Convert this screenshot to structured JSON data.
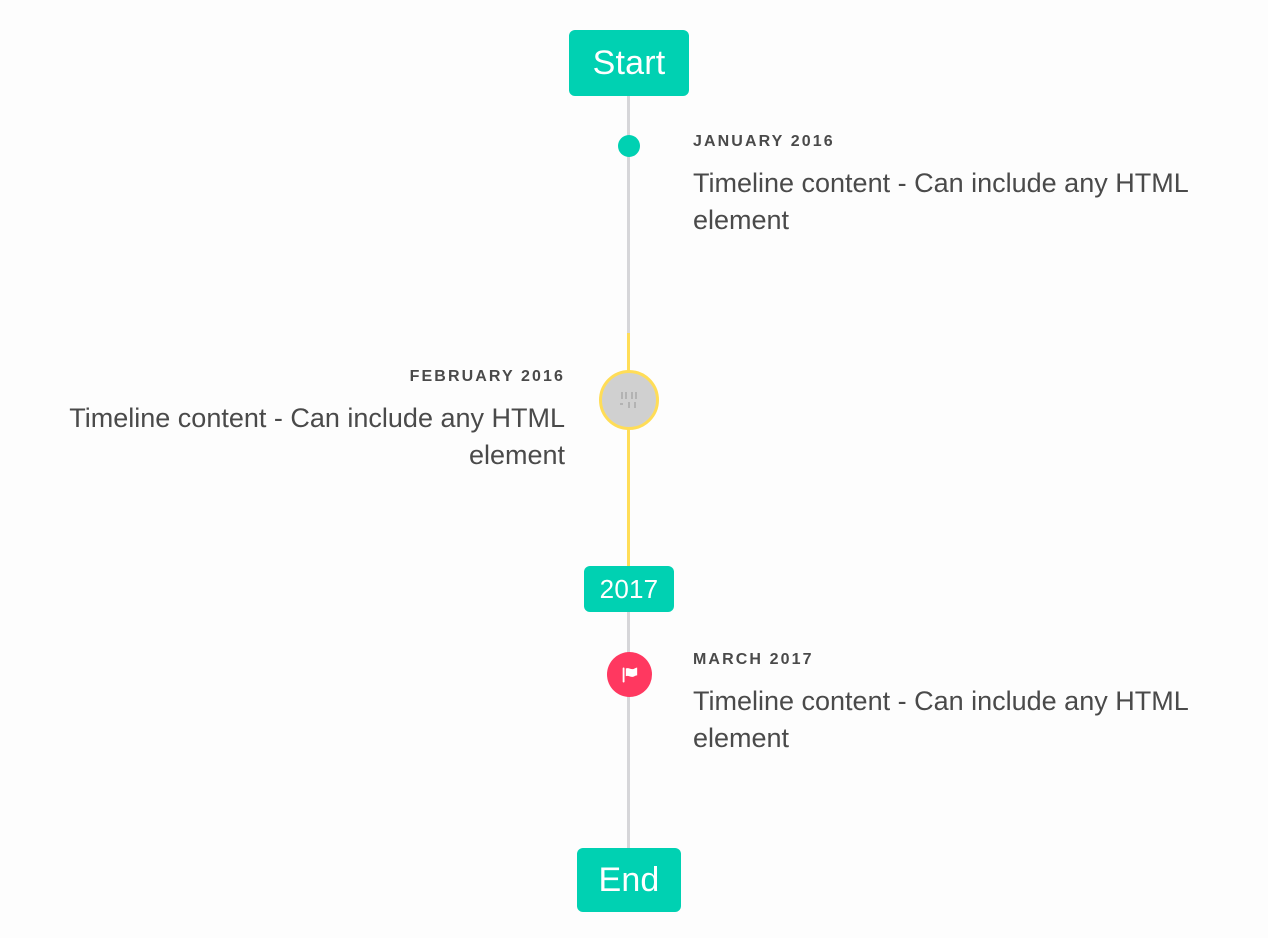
{
  "theme": {
    "background": "#fdfdfd",
    "primary": "#00d1b2",
    "warning": "#ffdd57",
    "danger": "#ff3860",
    "rail_grey": "#d6d6d9",
    "text": "#4a4a4a"
  },
  "timeline": {
    "header_label": "Start",
    "footer_label": "End",
    "year_divider_label": "2017",
    "events": [
      {
        "id": "january-2016",
        "heading": "JANUARY 2016",
        "body": "Timeline content - Can include any HTML element",
        "side": "right",
        "marker": "dot-icon",
        "marker_color": "#00d1b2"
      },
      {
        "id": "february-2016",
        "heading": "FEBRUARY 2016",
        "body": "Timeline content - Can include any HTML element",
        "side": "left",
        "marker": "broken-image-icon",
        "marker_color": "#ffdd57"
      },
      {
        "id": "march-2017",
        "heading": "MARCH 2017",
        "body": "Timeline content - Can include any HTML element",
        "side": "right",
        "marker": "flag-icon",
        "marker_color": "#ff3860"
      }
    ]
  }
}
